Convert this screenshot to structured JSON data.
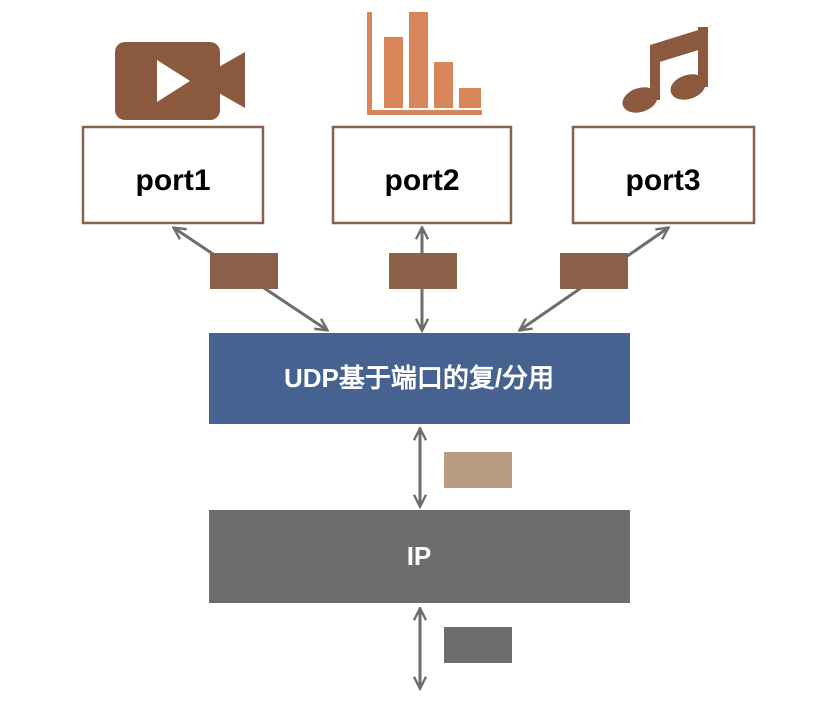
{
  "ports": [
    {
      "label": "port1",
      "icon": "video-camera-icon"
    },
    {
      "label": "port2",
      "icon": "bar-chart-icon"
    },
    {
      "label": "port3",
      "icon": "music-note-icon"
    }
  ],
  "udp_layer": {
    "label": "UDP基于端口的复/分用"
  },
  "ip_layer": {
    "label": "IP"
  },
  "colors": {
    "port_border": "#8b6048",
    "icon_video": "#8b5a3e",
    "icon_chart": "#d9855a",
    "icon_music": "#8b5a3e",
    "packet_brown": "#8b6048",
    "packet_tan": "#b89a80",
    "packet_gray": "#6d6d6d",
    "udp_fill": "#456290",
    "ip_fill": "#6d6d6d",
    "arrow": "#6d6d6d"
  }
}
